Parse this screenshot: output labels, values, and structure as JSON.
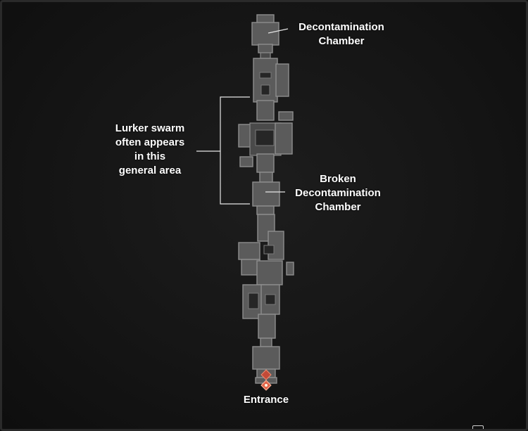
{
  "labels": {
    "decontamination_chamber": [
      "Decontamination",
      "Chamber"
    ],
    "lurker_swarm": [
      "Lurker swarm",
      "often appears",
      "in this",
      "general area"
    ],
    "broken_decontamination_chamber": [
      "Broken",
      "Decontamination",
      "Chamber"
    ],
    "entrance": "Entrance"
  },
  "colors": {
    "background": "#141414",
    "room_fill": "#5b5b5b",
    "room_outline": "#8e8e8e",
    "entrance_marker": "#e0644a",
    "label_text": "#ffffff"
  },
  "icons": {
    "entrance_marker": "diamond-marker-icon",
    "corner_glyph": "panel-tab-icon"
  }
}
